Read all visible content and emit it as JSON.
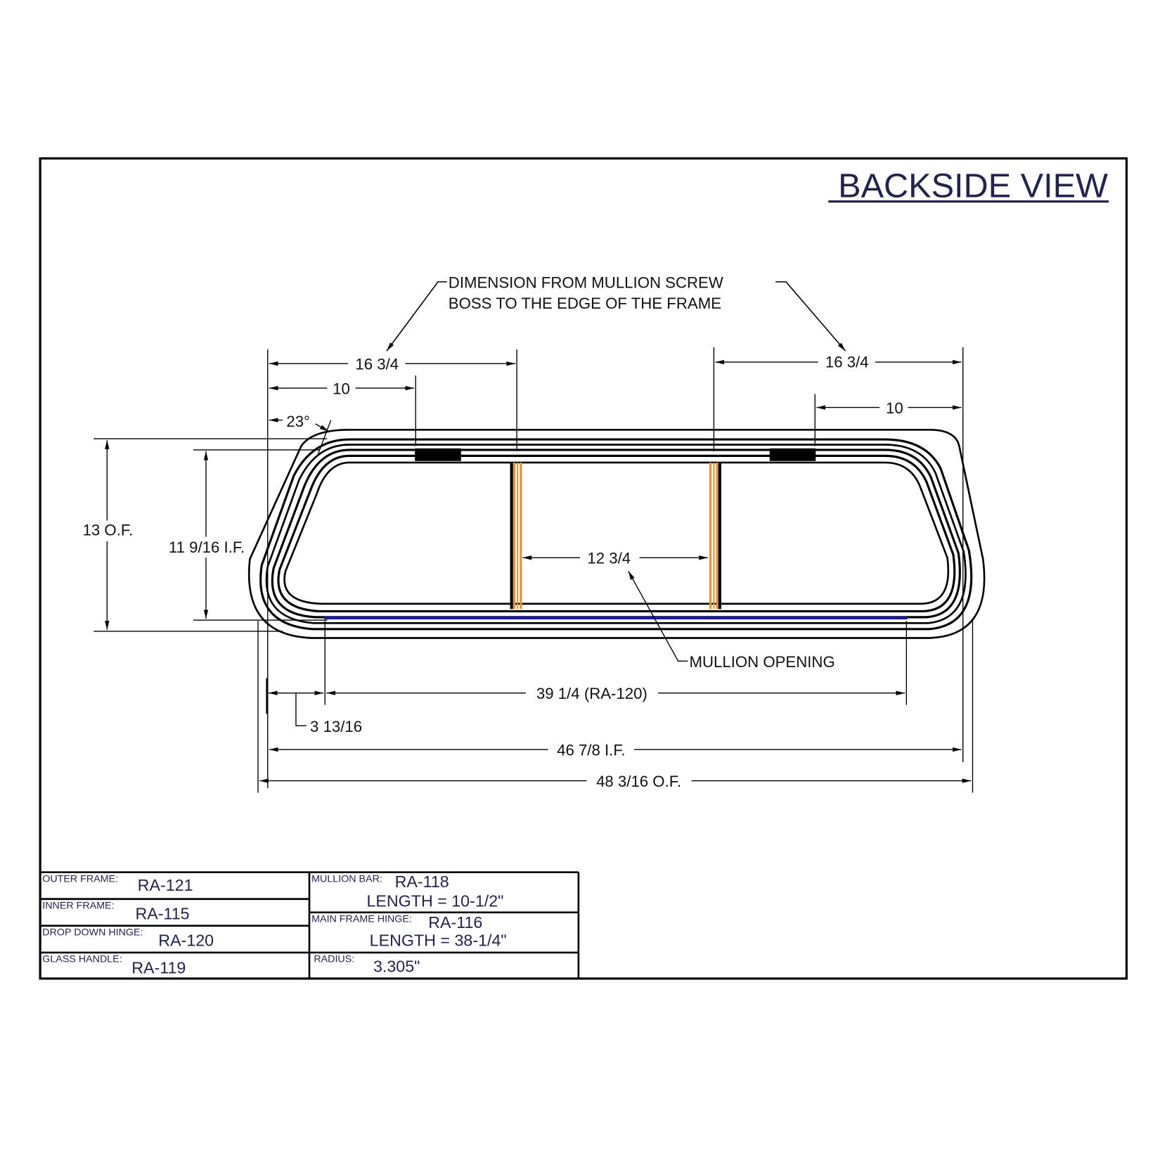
{
  "drawing": {
    "title": "BACKSIDE VIEW",
    "title_color": "#23234f",
    "note": {
      "line1": "DIMENSION FROM MULLION SCREW",
      "line2": "BOSS TO THE EDGE OF THE FRAME"
    },
    "dimensions": {
      "left_boss_to_edge": "16 3/4",
      "right_boss_to_edge": "16 3/4",
      "left_block": "10",
      "right_block": "10",
      "angle": "23°",
      "outer_height": "13 O.F.",
      "inner_height": "11 9/16 I.F.",
      "mullion_opening": "12 3/4",
      "hinge_length": "39 1/4 (RA-120)",
      "hinge_offset": "3 13/16",
      "inner_width": "46 7/8 I.F.",
      "outer_width": "48 3/16 O.F."
    },
    "callouts": {
      "mullion_opening": "MULLION OPENING"
    },
    "colors": {
      "mullion_bar": "#e8922a",
      "drop_down_hinge": "#1a1aa0",
      "line": "#000000"
    }
  },
  "title_block": {
    "left": [
      {
        "label": "OUTER FRAME:",
        "value": "RA-121"
      },
      {
        "label": "INNER FRAME:",
        "value": "RA-115"
      },
      {
        "label": "DROP DOWN HINGE:",
        "value": "RA-120"
      },
      {
        "label": "GLASS HANDLE:",
        "value": "RA-119"
      }
    ],
    "right": [
      {
        "label": "MULLION BAR:",
        "value": "RA-118",
        "extra": "LENGTH = 10-1/2\""
      },
      {
        "label": "MAIN FRAME HINGE:",
        "value": "RA-116",
        "extra": "LENGTH = 38-1/4\""
      },
      {
        "label": "RADIUS:",
        "value": "3.305\""
      }
    ]
  }
}
